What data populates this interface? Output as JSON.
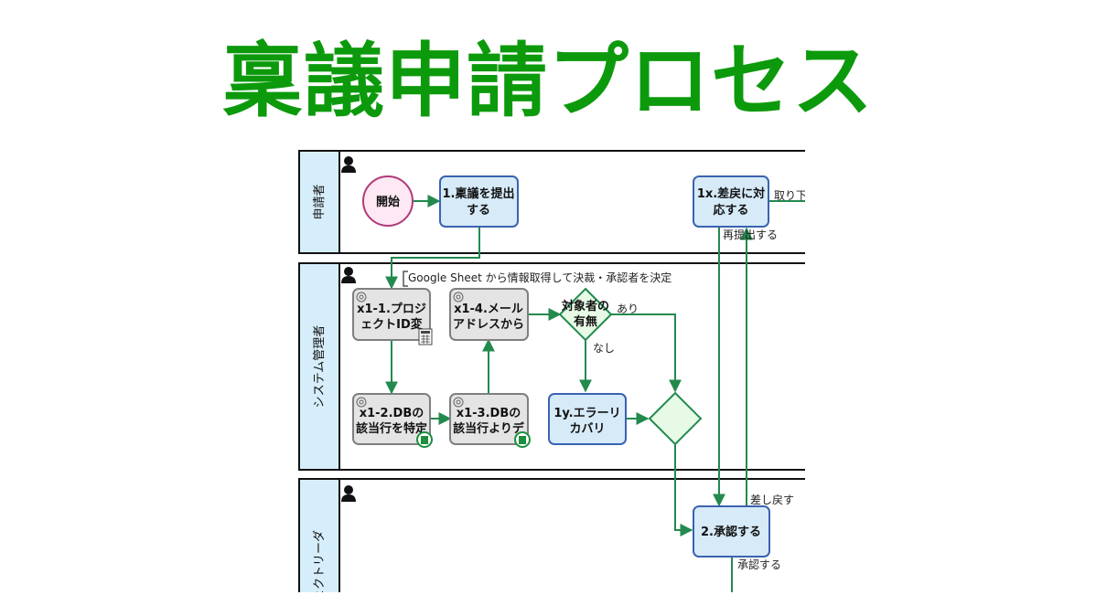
{
  "title": "稟議申請プロセス",
  "colors": {
    "title": "#0c9a0c",
    "lane_header": "#d6eefb",
    "task_fill": "#d6eaf8",
    "task_stroke": "#3a63b0",
    "service_fill": "#e4e4e4",
    "service_stroke": "#7f7f7f",
    "flow": "#238a4e",
    "gateway_fill": "#e6fae6",
    "gateway_stroke": "#238a4e",
    "start_fill": "#fde8f3",
    "start_stroke": "#b03a7a"
  },
  "lanes": [
    {
      "label": "申請者"
    },
    {
      "label": "システム管理者"
    },
    {
      "label": "ェクトリーダ"
    }
  ],
  "annotation": "Google Sheet から情報取得して決裁・承認者を決定",
  "nodes": {
    "start": {
      "label": "開始"
    },
    "task_1": {
      "lines": [
        "1.稟議を提出",
        "する"
      ]
    },
    "task_1x": {
      "lines": [
        "1x.差戻に対",
        "応する"
      ]
    },
    "task_x11": {
      "lines": [
        "x1-1.プロジ",
        "ェクトID変"
      ]
    },
    "task_x14": {
      "lines": [
        "x1-4.メール",
        "アドレスから"
      ]
    },
    "task_x12": {
      "lines": [
        "x1-2.DBの",
        "該当行を特定"
      ]
    },
    "task_x13": {
      "lines": [
        "x1-3.DBの",
        "該当行よりデ"
      ]
    },
    "task_1y": {
      "lines": [
        "1y.エラーリ",
        "カバリ"
      ]
    },
    "gateway_target": {
      "lines": [
        "対象者の",
        "有無"
      ]
    },
    "task_2": {
      "label": "2.承認する"
    }
  },
  "flow_labels": {
    "withdraw": "取り下",
    "resubmit": "再提出する",
    "yes": "あり",
    "no": "なし",
    "sendback": "差し戻す",
    "approve": "承認する"
  },
  "icons": {
    "lane_performer": "user-icon",
    "service_task": "gear-icon",
    "calculator": "calculator-icon",
    "sheet": "spreadsheet-icon"
  }
}
